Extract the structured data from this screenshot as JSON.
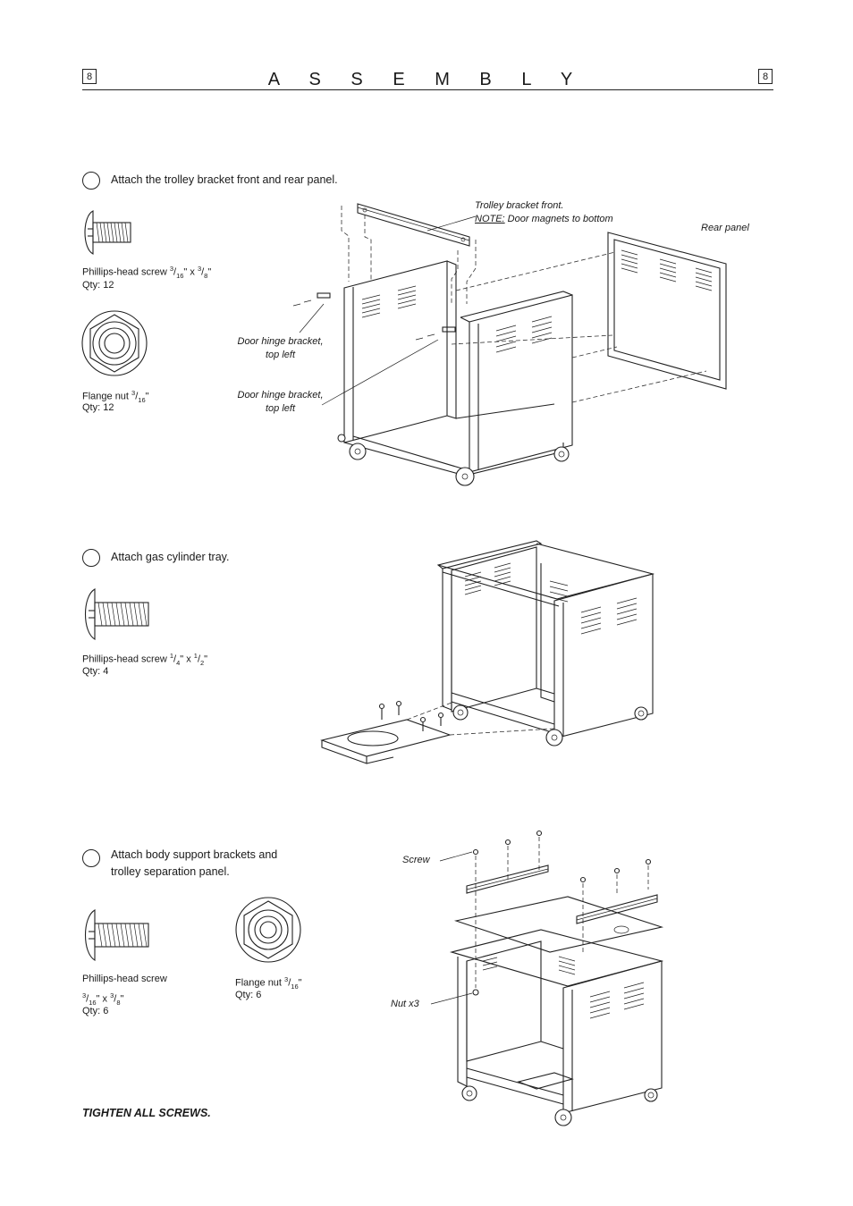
{
  "header": {
    "page_left": "8",
    "page_right": "8",
    "title": "A S S E M B L Y"
  },
  "step1": {
    "instruction": "Attach the trolley bracket front and rear panel.",
    "screw_label": "Phillips-head screw",
    "screw_size_a": "3",
    "screw_size_a_den": "16",
    "screw_size_b": "3",
    "screw_size_b_den": "8",
    "screw_qty": "Qty: 12",
    "nut_label": "Flange nut",
    "nut_size": "3",
    "nut_size_den": "16",
    "nut_qty": "Qty: 12",
    "label_trolley_line1": "Trolley bracket front.",
    "label_trolley_note": "NOTE:",
    "label_trolley_line2": " Door magnets to bottom",
    "label_rear": "Rear panel",
    "label_hinge1_line1": "Door hinge bracket,",
    "label_hinge1_line2": "top left",
    "label_hinge2_line1": "Door hinge bracket,",
    "label_hinge2_line2": "top left"
  },
  "step2": {
    "instruction": "Attach gas cylinder tray.",
    "screw_label": "Phillips-head screw",
    "screw_size_a": "1",
    "screw_size_a_den": "4",
    "screw_size_b": "1",
    "screw_size_b_den": "2",
    "screw_qty": "Qty: 4"
  },
  "step3": {
    "instruction_line1": "Attach body support brackets and",
    "instruction_line2": "trolley separation panel.",
    "screw_label": "Phillips-head screw",
    "screw_size_a": "3",
    "screw_size_a_den": "16",
    "screw_size_b": "3",
    "screw_size_b_den": "8",
    "screw_qty": "Qty: 6",
    "nut_label": "Flange nut",
    "nut_size": "3",
    "nut_size_den": "16",
    "nut_qty": "Qty: 6",
    "label_screw": "Screw",
    "label_nut": "Nut x3"
  },
  "footer": {
    "note": "TIGHTEN ALL SCREWS."
  }
}
